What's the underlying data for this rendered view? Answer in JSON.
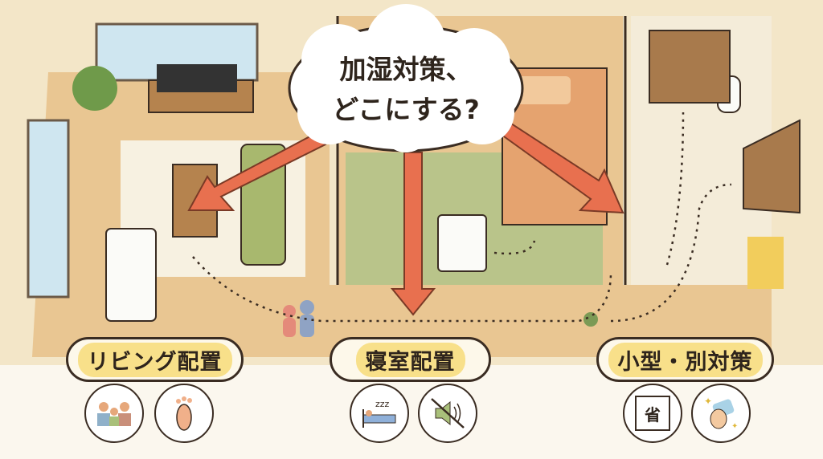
{
  "headline": {
    "line1": "加湿対策、",
    "line2": "どこにする?"
  },
  "options": [
    {
      "label": "リビング配置",
      "icons": [
        "family-icon",
        "footprint-icon"
      ]
    },
    {
      "label": "寝室配置",
      "icons": [
        "sleeping-bed-icon",
        "mute-speaker-icon"
      ]
    },
    {
      "label": "小型・別対策",
      "icons": [
        "space-saving-icon",
        "cleaning-hand-icon"
      ],
      "space_icon_text": "省"
    }
  ],
  "colors": {
    "arrow": "#e8704f",
    "label_highlight": "#f8e08a",
    "floor": "#e9c692"
  }
}
